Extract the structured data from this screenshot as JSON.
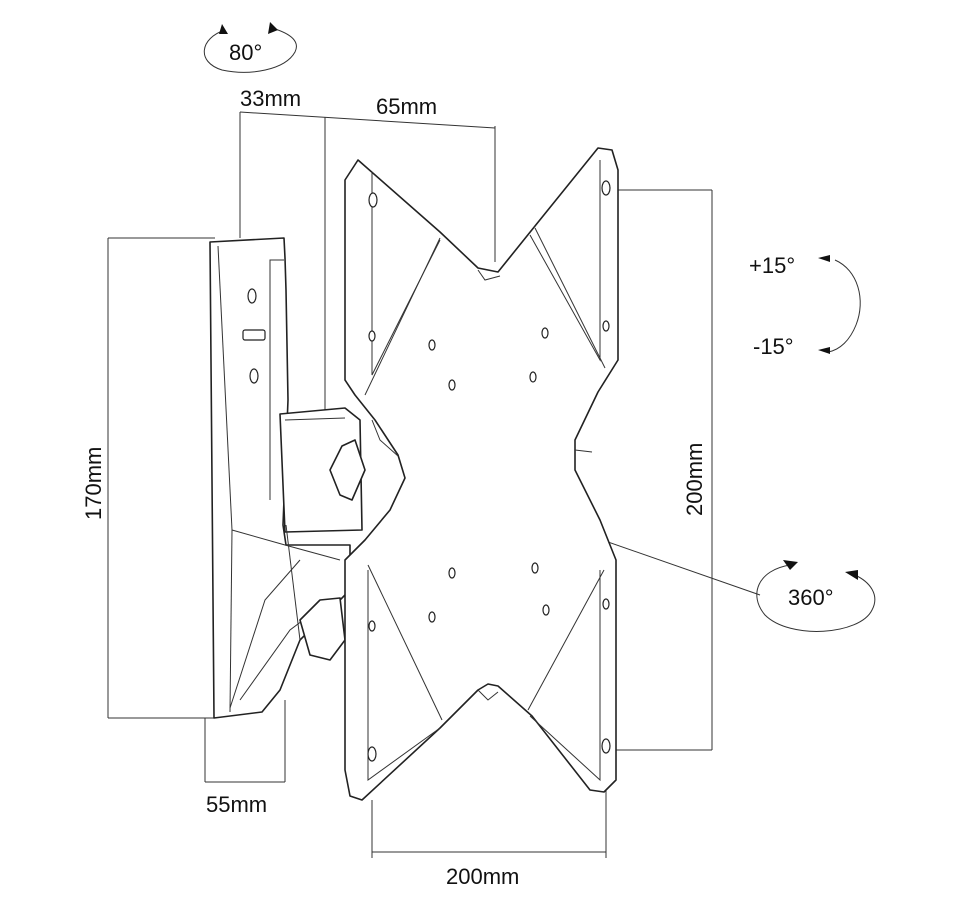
{
  "labels": {
    "tilt_angle": "80°",
    "offset_a": "33mm",
    "offset_b": "65mm",
    "tilt_up": "+15°",
    "tilt_down": "-15°",
    "height_right": "200mm",
    "height_left": "170mm",
    "rotation": "360°",
    "depth_bottom": "55mm",
    "width_bottom": "200mm"
  }
}
